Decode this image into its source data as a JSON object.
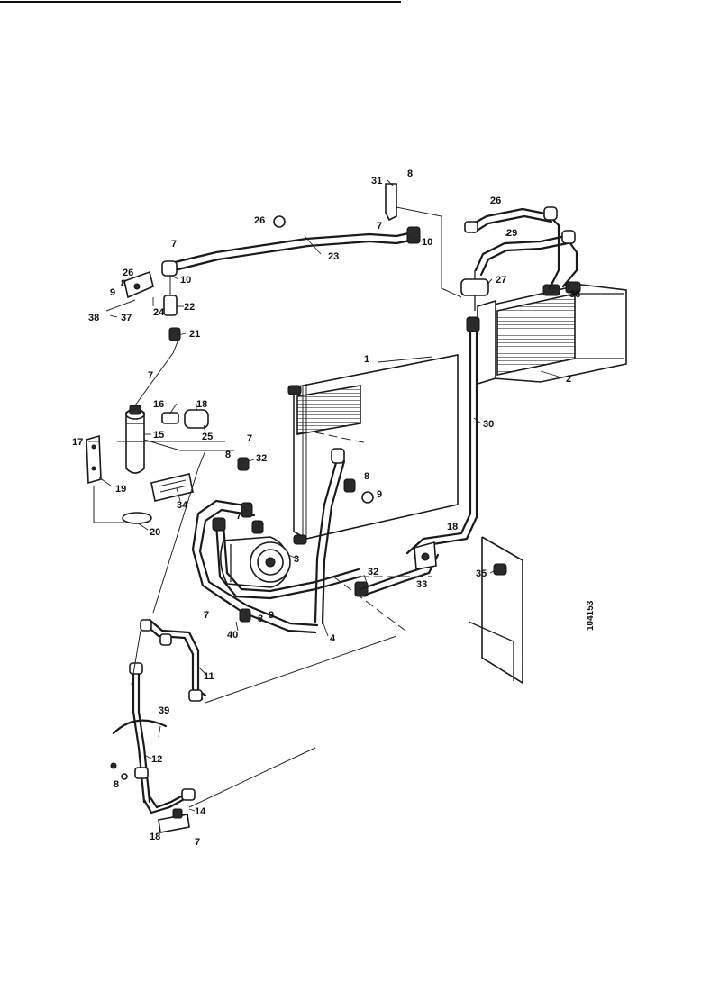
{
  "reference_number": "104153",
  "callouts": [
    {
      "id": "c1",
      "label": "1"
    },
    {
      "id": "c2",
      "label": "2"
    },
    {
      "id": "c3",
      "label": "3"
    },
    {
      "id": "c4",
      "label": "4"
    },
    {
      "id": "c7a",
      "label": "7"
    },
    {
      "id": "c7b",
      "label": "7"
    },
    {
      "id": "c7c",
      "label": "7"
    },
    {
      "id": "c7d",
      "label": "7"
    },
    {
      "id": "c7e",
      "label": "7"
    },
    {
      "id": "c7f",
      "label": "7"
    },
    {
      "id": "c7g",
      "label": "7"
    },
    {
      "id": "c8a",
      "label": "8"
    },
    {
      "id": "c8b",
      "label": "8"
    },
    {
      "id": "c8c",
      "label": "8"
    },
    {
      "id": "c8d",
      "label": "8"
    },
    {
      "id": "c8e",
      "label": "8"
    },
    {
      "id": "c8f",
      "label": "8"
    },
    {
      "id": "c9a",
      "label": "9"
    },
    {
      "id": "c9b",
      "label": "9"
    },
    {
      "id": "c9c",
      "label": "9"
    },
    {
      "id": "c10a",
      "label": "10"
    },
    {
      "id": "c10b",
      "label": "10"
    },
    {
      "id": "c11",
      "label": "11"
    },
    {
      "id": "c12",
      "label": "12"
    },
    {
      "id": "c14",
      "label": "14"
    },
    {
      "id": "c15",
      "label": "15"
    },
    {
      "id": "c16",
      "label": "16"
    },
    {
      "id": "c17",
      "label": "17"
    },
    {
      "id": "c18a",
      "label": "18"
    },
    {
      "id": "c18b",
      "label": "18"
    },
    {
      "id": "c18c",
      "label": "18"
    },
    {
      "id": "c19",
      "label": "19"
    },
    {
      "id": "c20",
      "label": "20"
    },
    {
      "id": "c21",
      "label": "21"
    },
    {
      "id": "c22",
      "label": "22"
    },
    {
      "id": "c23",
      "label": "23"
    },
    {
      "id": "c24",
      "label": "24"
    },
    {
      "id": "c25",
      "label": "25"
    },
    {
      "id": "c26a",
      "label": "26"
    },
    {
      "id": "c26b",
      "label": "26"
    },
    {
      "id": "c26c",
      "label": "26"
    },
    {
      "id": "c27",
      "label": "27"
    },
    {
      "id": "c29",
      "label": "29"
    },
    {
      "id": "c30",
      "label": "30"
    },
    {
      "id": "c31",
      "label": "31"
    },
    {
      "id": "c32a",
      "label": "32"
    },
    {
      "id": "c32b",
      "label": "32"
    },
    {
      "id": "c33",
      "label": "33"
    },
    {
      "id": "c34",
      "label": "34"
    },
    {
      "id": "c35",
      "label": "35"
    },
    {
      "id": "c36",
      "label": "36"
    },
    {
      "id": "c37",
      "label": "37"
    },
    {
      "id": "c38",
      "label": "38"
    },
    {
      "id": "c39",
      "label": "39"
    },
    {
      "id": "c40",
      "label": "40"
    }
  ]
}
